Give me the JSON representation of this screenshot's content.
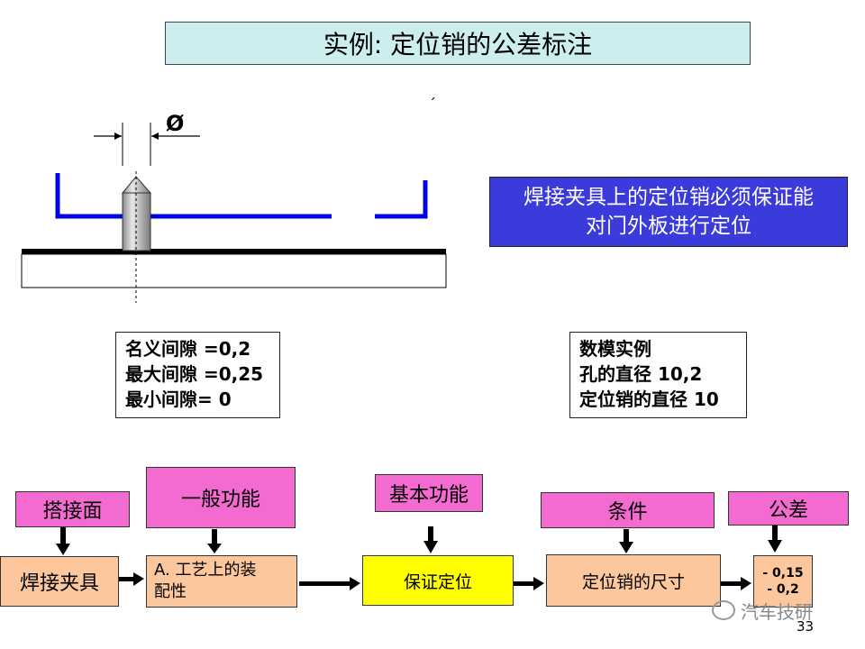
{
  "title": "实例: 定位销的公差标注",
  "tick_mark": "ˏ",
  "diameter_symbol": "Ø",
  "blue_note": {
    "line1": "焊接夹具上的定位销必须保证能",
    "line2": "对门外板进行定位"
  },
  "clearance": {
    "line1": "名义间隙 =0,2",
    "line2": "最大间隙 =0,25",
    "line3": "最小间隙= 0"
  },
  "model_example": {
    "line1": "数模实例",
    "line2": "孔的直径 10,2",
    "line3": "定位销的直径 10"
  },
  "flow": {
    "labels": {
      "contact": "搭接面",
      "general": "一般功能",
      "basic": "基本功能",
      "condition": "条件",
      "tolerance": "公差"
    },
    "boxes": {
      "fixture": "焊接夹具",
      "assembly_line1": "A. 工艺上的装",
      "assembly_line2": "配性",
      "locate": "保证定位",
      "pin_size": "定位销的尺寸",
      "tol_line1": "- 0,15",
      "tol_line2": "- 0,2"
    }
  },
  "watermark": "汽车技研",
  "page_number": "33",
  "colors": {
    "title_bg": "#cdeeee",
    "blue_box": "#3b3bdc",
    "pink": "#f36bd0",
    "peach": "#fcc79c",
    "yellow": "#ffff00",
    "fixture_blue": "#0000e0"
  }
}
